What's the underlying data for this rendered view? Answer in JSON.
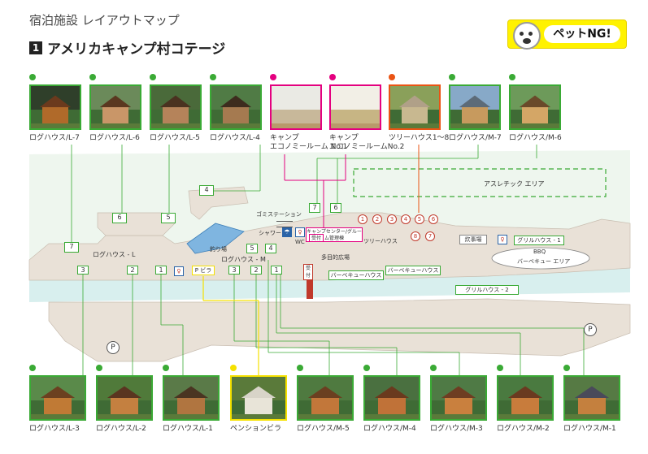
{
  "header": {
    "title": "宿泊施設 レイアウトマップ",
    "section_number": "1",
    "section_title": "アメリカキャンプ村コテージ",
    "pet_notice": "ペットNG!"
  },
  "colors": {
    "green": "#3aaa35",
    "pink": "#e4007f",
    "orange": "#ea5414",
    "yellow": "#f5e100",
    "road": "#e9e1d7",
    "river": "#d8efee"
  },
  "top_cabins": [
    {
      "label": "ログハウス/L-7"
    },
    {
      "label": "ログハウス/L-6"
    },
    {
      "label": "ログハウス/L-5"
    },
    {
      "label": "ログハウス/L-4"
    },
    {
      "label": "キャンプ",
      "label2": "エコノミールーム No.1"
    },
    {
      "label": "キャンプ",
      "label2": "エコノミールームNo.2"
    },
    {
      "label": "ツリーハウス1～8"
    },
    {
      "label": "ログハウス/M-7"
    },
    {
      "label": "ログハウス/M-6"
    }
  ],
  "bottom_cabins": [
    {
      "label": "ログハウス/L-3"
    },
    {
      "label": "ログハウス/L-2"
    },
    {
      "label": "ログハウス/L-1"
    },
    {
      "label": "ペンションビラ"
    },
    {
      "label": "ログハウス/M-5"
    },
    {
      "label": "ログハウス/M-4"
    },
    {
      "label": "ログハウス/M-3"
    },
    {
      "label": "ログハウス/M-2"
    },
    {
      "label": "ログハウス/M-1"
    }
  ],
  "map": {
    "athletic_area": "アスレチック エリア",
    "garbage_station": "ゴミステーション",
    "shower": "シャワー",
    "wc": "WC",
    "management": "キャンプセンター/グルーム管理棟",
    "reception": "受付",
    "reception2": "受付",
    "fishing": "釣り場",
    "tree_house": "ツリーハウス",
    "multi_plaza": "多目的広場",
    "bbq_house1": "バーベキューハウス",
    "bbq_house2": "バーベキューハウス",
    "bbq_area_1": "BBQ",
    "bbq_area_2": "バーベキュー エリア",
    "grill_house_1": "グリルハウス - 1",
    "grill_house_2": "グリルハウス - 2",
    "kitchen": "炊事場",
    "log_l": "ログハウス - L",
    "log_m": "ログハウス - M",
    "p_villa": "P ビラ",
    "parking": "P",
    "l_numbers": [
      "7",
      "6",
      "5",
      "4",
      "3",
      "2",
      "1"
    ],
    "m_numbers": [
      "7",
      "6",
      "5",
      "4",
      "3",
      "2",
      "1"
    ],
    "tree_numbers": [
      "1",
      "2",
      "3",
      "4",
      "5",
      "6",
      "7",
      "8"
    ]
  }
}
